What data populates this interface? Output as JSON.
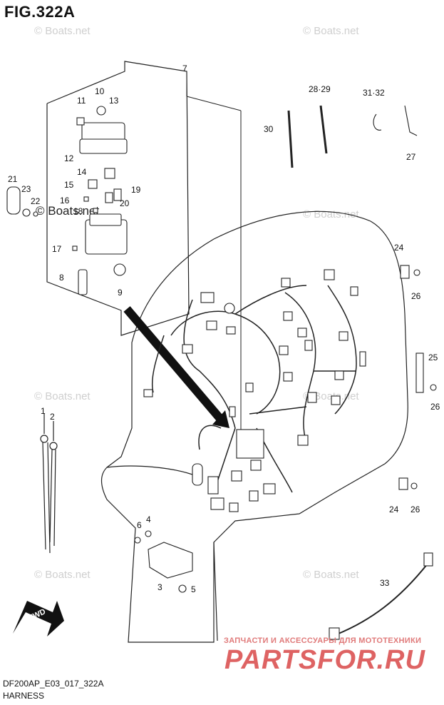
{
  "figure": {
    "title": "FIG.322A",
    "model_code": "DF200AP_E03_017_322A",
    "section_name": "HARNESS"
  },
  "watermarks": {
    "copyright_text": "© Boats.net",
    "shop_tagline": "ЗАПЧАСТИ И АКСЕССУАРЫ ДЛЯ МОТОТЕХНИКИ",
    "shop_brand": "PARTSFOR.RU"
  },
  "direction_badge": "FWD",
  "callouts": {
    "c1": "1",
    "c2": "2",
    "c3": "3",
    "c4": "4",
    "c5": "5",
    "c6": "6",
    "c7": "7",
    "c8": "8",
    "c9": "9",
    "c10": "10",
    "c11": "11",
    "c12": "12",
    "c13": "13",
    "c14": "14",
    "c15": "15",
    "c16": "16",
    "c17": "17",
    "c18": "18",
    "c19": "19",
    "c20": "20",
    "c21": "21",
    "c22": "22",
    "c23": "23",
    "c24a": "24",
    "c24b": "24",
    "c25": "25",
    "c26a": "26",
    "c26b": "26",
    "c26c": "26",
    "c27": "27",
    "c2829": "28·29",
    "c30": "30",
    "c3132": "31·32",
    "c33": "33"
  }
}
